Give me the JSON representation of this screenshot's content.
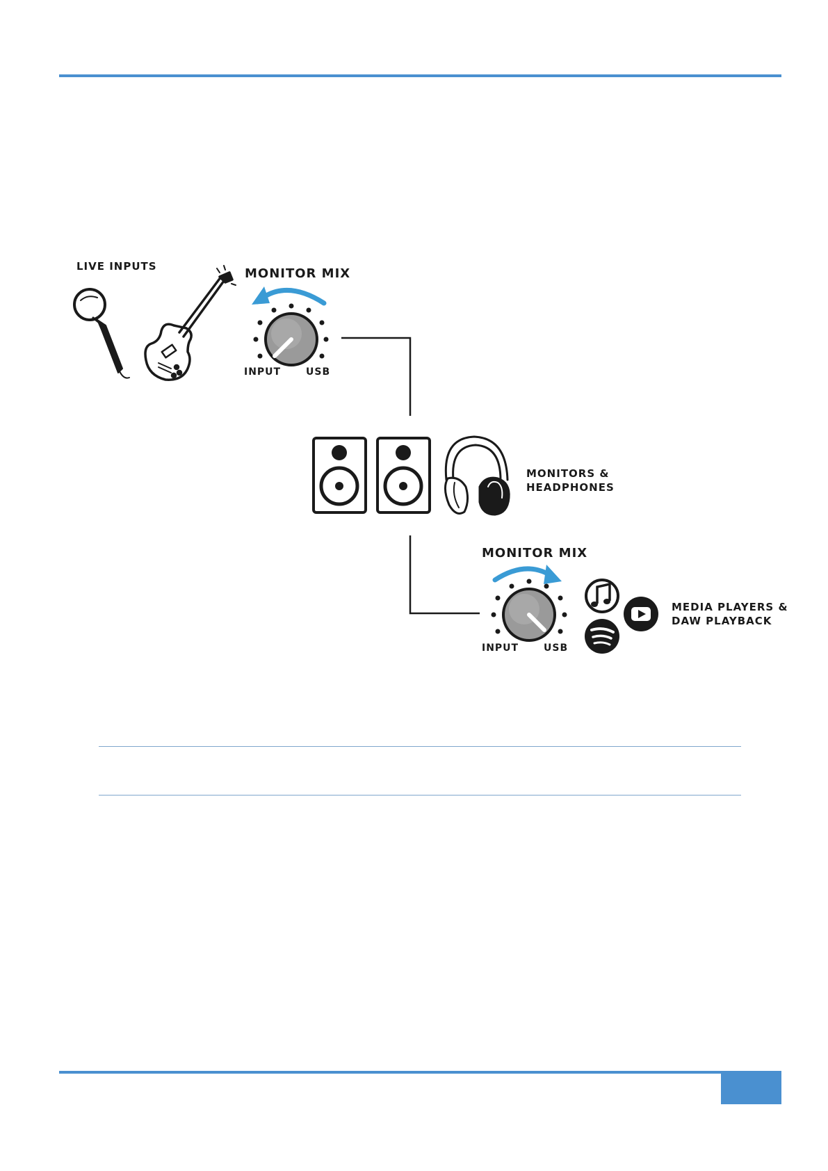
{
  "colors": {
    "accent": "#4a90d0",
    "blue_arrow": "#3a9bd5",
    "rule": "#7fa6cc",
    "ink": "#1a1a1a",
    "knob": "#9a9a9a"
  },
  "diagram": {
    "live_inputs": "LIVE INPUTS",
    "top_mix": {
      "title": "MONITOR MIX",
      "left": "INPUT",
      "right": "USB",
      "arrow": "counter-clockwise"
    },
    "monitors": {
      "line1": "MONITORS &",
      "line2": "HEADPHONES"
    },
    "bottom_mix": {
      "title": "MONITOR MIX",
      "left": "INPUT",
      "right": "USB",
      "arrow": "clockwise"
    },
    "media": {
      "line1": "MEDIA PLAYERS &",
      "line2": "DAW PLAYBACK"
    },
    "icons": [
      "microphone-icon",
      "electric-guitar-icon",
      "speaker-icon",
      "headphones-icon",
      "music-note-icon",
      "youtube-play-icon",
      "spotify-icon"
    ]
  }
}
